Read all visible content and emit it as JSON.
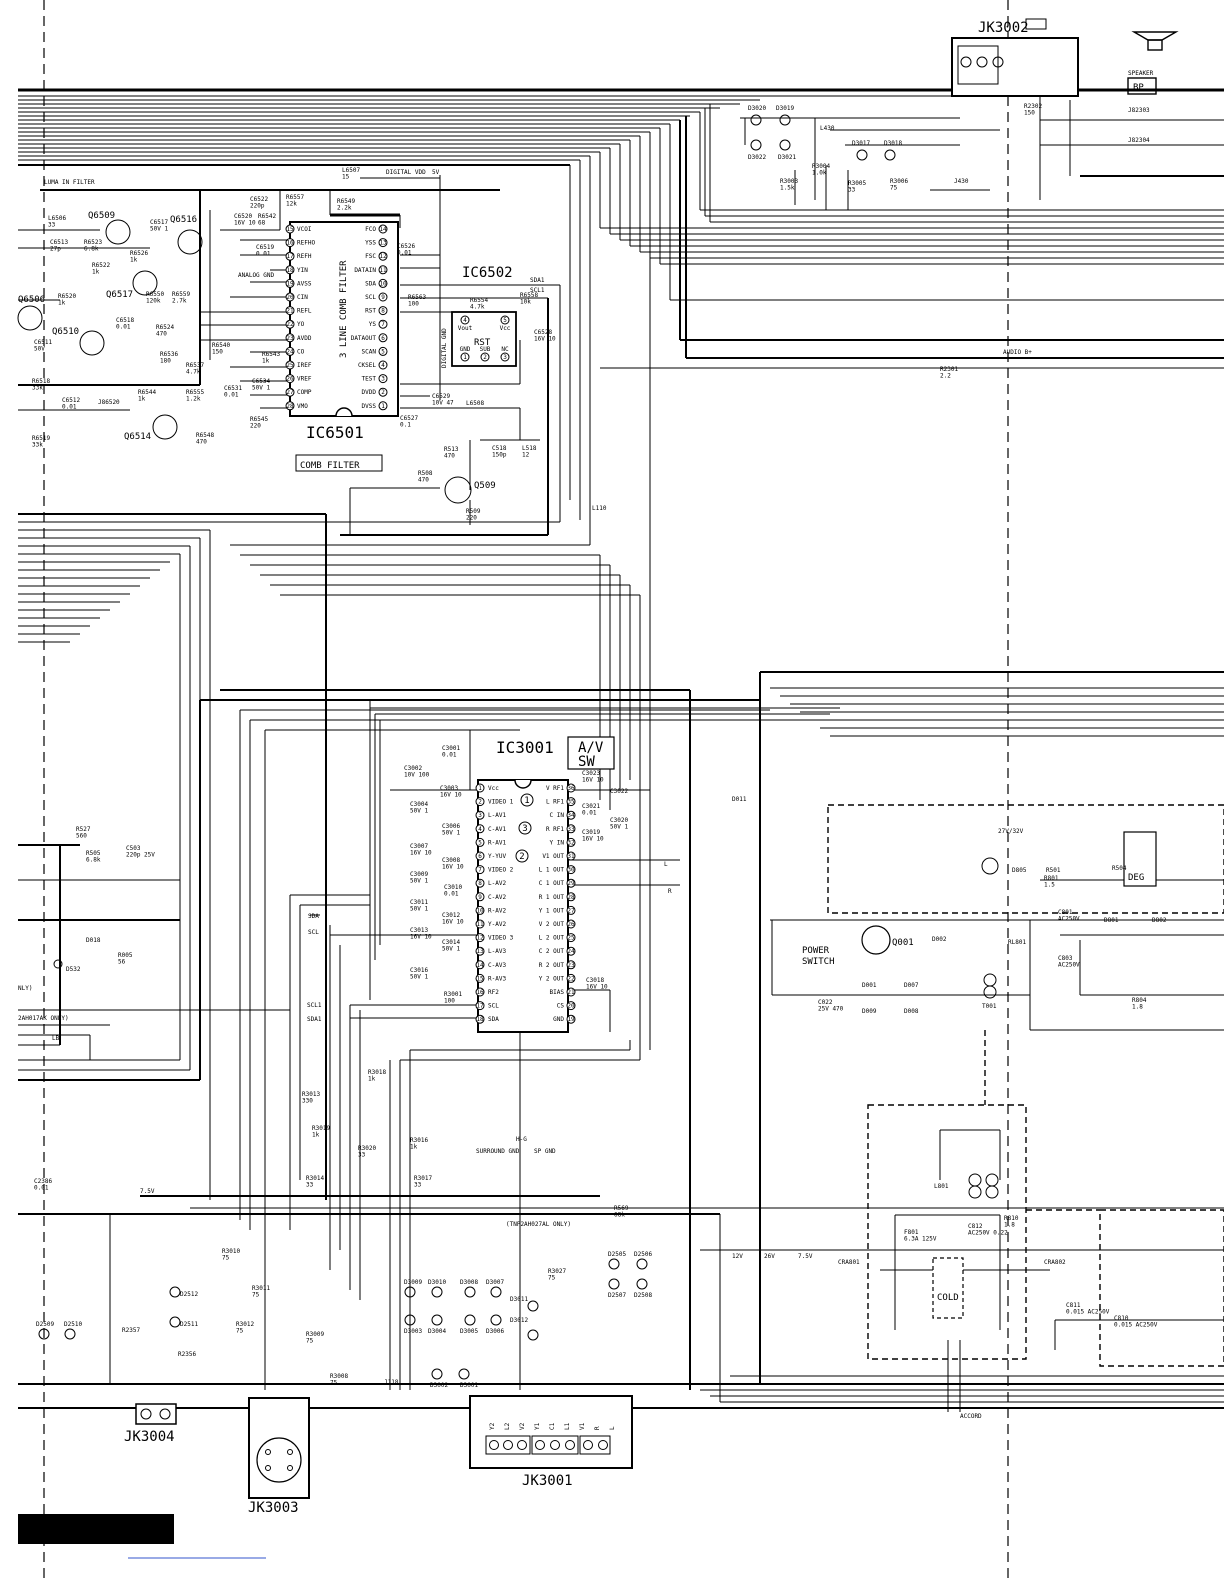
{
  "ic": {
    "comb": {
      "ref": "IC6501",
      "side_label": "3 LINE COMB FILTER",
      "box_label": "COMB FILTER",
      "left_pins": [
        {
          "num": "15",
          "name": "VCOI"
        },
        {
          "num": "16",
          "name": "REFHO"
        },
        {
          "num": "17",
          "name": "REFH"
        },
        {
          "num": "18",
          "name": "YIN"
        },
        {
          "num": "19",
          "name": "AVSS"
        },
        {
          "num": "20",
          "name": "CIN"
        },
        {
          "num": "21",
          "name": "REFL"
        },
        {
          "num": "22",
          "name": "YO"
        },
        {
          "num": "23",
          "name": "AVDD"
        },
        {
          "num": "24",
          "name": "CO"
        },
        {
          "num": "25",
          "name": "IREF"
        },
        {
          "num": "26",
          "name": "VREF"
        },
        {
          "num": "27",
          "name": "COMP"
        },
        {
          "num": "28",
          "name": "VMO"
        }
      ],
      "right_pins": [
        {
          "num": "14",
          "name": "FCO"
        },
        {
          "num": "13",
          "name": "YSS"
        },
        {
          "num": "12",
          "name": "FSC"
        },
        {
          "num": "11",
          "name": "DATAIN"
        },
        {
          "num": "10",
          "name": "SDA"
        },
        {
          "num": "9",
          "name": "SCL"
        },
        {
          "num": "8",
          "name": "RST"
        },
        {
          "num": "7",
          "name": "YS"
        },
        {
          "num": "6",
          "name": "DATAOUT"
        },
        {
          "num": "5",
          "name": "SCAN"
        },
        {
          "num": "4",
          "name": "CKSEL"
        },
        {
          "num": "3",
          "name": "TEST"
        },
        {
          "num": "2",
          "name": "DVDD"
        },
        {
          "num": "1",
          "name": "DVSS"
        }
      ]
    },
    "reset": {
      "ref": "IC6502",
      "body": "RST",
      "pins": [
        {
          "num": "4",
          "name": "Vout"
        },
        {
          "num": "5",
          "name": "Vcc"
        },
        {
          "num": "1",
          "name": "GND"
        },
        {
          "num": "2",
          "name": "SUB"
        },
        {
          "num": "3",
          "name": "NC"
        }
      ]
    },
    "av": {
      "ref": "IC3001",
      "box_label_1": "A/V",
      "box_label_2": "SW",
      "left_pins": [
        {
          "num": "1",
          "name": "Vcc"
        },
        {
          "num": "2",
          "name": "VIDEO 1"
        },
        {
          "num": "3",
          "name": "L-AV1"
        },
        {
          "num": "4",
          "name": "C-AV1"
        },
        {
          "num": "5",
          "name": "R-AV1"
        },
        {
          "num": "6",
          "name": "Y-YUV"
        },
        {
          "num": "7",
          "name": "VIDEO 2"
        },
        {
          "num": "8",
          "name": "L-AV2"
        },
        {
          "num": "9",
          "name": "C-AV2"
        },
        {
          "num": "10",
          "name": "R-AV2"
        },
        {
          "num": "11",
          "name": "Y-AV2"
        },
        {
          "num": "12",
          "name": "VIDEO 3"
        },
        {
          "num": "13",
          "name": "L-AV3"
        },
        {
          "num": "14",
          "name": "C-AV3"
        },
        {
          "num": "15",
          "name": "R-AV3"
        },
        {
          "num": "16",
          "name": "RF2"
        },
        {
          "num": "17",
          "name": "SCL"
        },
        {
          "num": "18",
          "name": "SDA"
        }
      ],
      "right_pins": [
        {
          "num": "36",
          "name": "V RF1"
        },
        {
          "num": "35",
          "name": "L RF1"
        },
        {
          "num": "34",
          "name": "C IN"
        },
        {
          "num": "33",
          "name": "R RF1"
        },
        {
          "num": "32",
          "name": "Y IN"
        },
        {
          "num": "31",
          "name": "V1 OUT"
        },
        {
          "num": "30",
          "name": "L 1 OUT"
        },
        {
          "num": "29",
          "name": "C 1 OUT"
        },
        {
          "num": "28",
          "name": "R 1 OUT"
        },
        {
          "num": "27",
          "name": "Y 1 OUT"
        },
        {
          "num": "26",
          "name": "V 2 OUT"
        },
        {
          "num": "25",
          "name": "L 2 OUT"
        },
        {
          "num": "24",
          "name": "C 2 OUT"
        },
        {
          "num": "23",
          "name": "R 2 OUT"
        },
        {
          "num": "22",
          "name": "Y 2 OUT"
        },
        {
          "num": "21",
          "name": "BIAS"
        },
        {
          "num": "20",
          "name": "CS"
        },
        {
          "num": "19",
          "name": "GND"
        }
      ],
      "markers": [
        "1",
        "3",
        "2"
      ]
    }
  },
  "jacks": {
    "jk3002": "JK3002",
    "jk3004": "JK3004",
    "jk3003": "JK3003",
    "jk3001": "JK3001",
    "jk3001_pins": [
      "Y2",
      "L2",
      "V2",
      "Y1",
      "C1",
      "L1",
      "V1",
      "R",
      "L"
    ]
  },
  "labels": {
    "power_switch_1": "POWER",
    "power_switch_2": "SWITCH",
    "cold": "COLD",
    "deg": "DEG",
    "bp": "BP",
    "speaker": "SPEAKER",
    "audio_b": "AUDIO B+",
    "digital_vdd": "DIGITAL VDD",
    "digital_5v": "5V",
    "luma_in_filter": "LUMA IN FILTER",
    "analog_gnd": "ANALOG GND",
    "digital_gnd": "DIGITAL GND",
    "accord": "ACCORD",
    "surround_gnd": "SURROUND GND",
    "sp_gnd": "SP GND",
    "h_g": "H-G",
    "only_note": "(TNP2AH027AL ONLY)",
    "only_note_2": "2AH017AK ONLY)",
    "only_note_3": "NLY)",
    "rail_7v5": "7.5V",
    "rail_12v": "12V",
    "rail_26v": "26V",
    "rail_7v5b": "7.5V",
    "v27_32": "27V/32V",
    "sda": "SDA",
    "scl": "SCL",
    "sda1": "SDA1",
    "scl1": "SCL1",
    "sda1_top": "SDA1",
    "scl1_top": "SCL1",
    "lb": "LB",
    "l_net": "L",
    "r_net": "R"
  },
  "transistors": {
    "q6509": "Q6509",
    "q6516": "Q6516",
    "q6517": "Q6517",
    "q6506": "Q6506",
    "q6510": "Q6510",
    "q6514": "Q6514",
    "q509": "Q509",
    "q001": "Q001"
  },
  "parts": [
    {
      "ref": "L6507",
      "val": "15"
    },
    {
      "ref": "R6557",
      "val": "12k"
    },
    {
      "ref": "R6549",
      "val": "2.2k"
    },
    {
      "ref": "C6522",
      "val": "220p"
    },
    {
      "ref": "C6520",
      "val": "16V 10"
    },
    {
      "ref": "R6542",
      "val": "68"
    },
    {
      "ref": "C6519",
      "val": "0.01"
    },
    {
      "ref": "C6526",
      "val": "0.01"
    },
    {
      "ref": "L6506",
      "val": "33"
    },
    {
      "ref": "C6513",
      "val": "27p"
    },
    {
      "ref": "R6523",
      "val": "6.8k"
    },
    {
      "ref": "C6517",
      "val": "50V 1"
    },
    {
      "ref": "R6526",
      "val": "1k"
    },
    {
      "ref": "R6522",
      "val": "1k"
    },
    {
      "ref": "R6520",
      "val": "1k"
    },
    {
      "ref": "R6550",
      "val": "120k"
    },
    {
      "ref": "R6559",
      "val": "2.7k"
    },
    {
      "ref": "C6518",
      "val": "0.01"
    },
    {
      "ref": "R6524",
      "val": "470"
    },
    {
      "ref": "C6511",
      "val": "50V"
    },
    {
      "ref": "R6536",
      "val": "180"
    },
    {
      "ref": "R6540",
      "val": "150"
    },
    {
      "ref": "R6537",
      "val": "4.7k"
    },
    {
      "ref": "R6543",
      "val": "1k"
    },
    {
      "ref": "C6534",
      "val": "50V 1"
    },
    {
      "ref": "C6531",
      "val": "0.01"
    },
    {
      "ref": "R6555",
      "val": "1.2k"
    },
    {
      "ref": "R6545",
      "val": "220"
    },
    {
      "ref": "R6518",
      "val": "33k"
    },
    {
      "ref": "C6512",
      "val": "0.01"
    },
    {
      "ref": "J86520",
      "val": ""
    },
    {
      "ref": "R6544",
      "val": "1k"
    },
    {
      "ref": "R6548",
      "val": "470"
    },
    {
      "ref": "R6519",
      "val": "33k"
    },
    {
      "ref": "R6563",
      "val": "100"
    },
    {
      "ref": "R6554",
      "val": "4.7k"
    },
    {
      "ref": "R6558",
      "val": "10k"
    },
    {
      "ref": "C6528",
      "val": "16V 10"
    },
    {
      "ref": "C6529",
      "val": "10V 47"
    },
    {
      "ref": "C6527",
      "val": "0.1"
    },
    {
      "ref": "L6508",
      "val": ""
    },
    {
      "ref": "R513",
      "val": "470"
    },
    {
      "ref": "C518",
      "val": "150p"
    },
    {
      "ref": "L518",
      "val": "12"
    },
    {
      "ref": "R508",
      "val": "470"
    },
    {
      "ref": "R509",
      "val": "220"
    },
    {
      "ref": "L110",
      "val": ""
    },
    {
      "ref": "C3001",
      "val": "0.01"
    },
    {
      "ref": "C3002",
      "val": "10V 100"
    },
    {
      "ref": "C3003",
      "val": "16V 10"
    },
    {
      "ref": "C3004",
      "val": "50V 1"
    },
    {
      "ref": "C3006",
      "val": "50V 1"
    },
    {
      "ref": "C3007",
      "val": "16V 10"
    },
    {
      "ref": "C3008",
      "val": "16V 10"
    },
    {
      "ref": "C3009",
      "val": "50V 1"
    },
    {
      "ref": "C3010",
      "val": "0.01"
    },
    {
      "ref": "C3011",
      "val": "50V 1"
    },
    {
      "ref": "C3012",
      "val": "16V 10"
    },
    {
      "ref": "C3013",
      "val": "16V 10"
    },
    {
      "ref": "C3014",
      "val": "50V 1"
    },
    {
      "ref": "C3016",
      "val": "50V 1"
    },
    {
      "ref": "R3001",
      "val": "100"
    },
    {
      "ref": "C3023",
      "val": "16V 10"
    },
    {
      "ref": "C3022",
      "val": ""
    },
    {
      "ref": "C3021",
      "val": "0.01"
    },
    {
      "ref": "C3020",
      "val": "50V 1"
    },
    {
      "ref": "C3019",
      "val": "16V 10"
    },
    {
      "ref": "C3018",
      "val": "16V 10"
    },
    {
      "ref": "D011",
      "val": ""
    },
    {
      "ref": "R3003",
      "val": "1.5k"
    },
    {
      "ref": "R3004",
      "val": "1.0k"
    },
    {
      "ref": "R3005",
      "val": "33"
    },
    {
      "ref": "R3006",
      "val": "75"
    },
    {
      "ref": "L430",
      "val": ""
    },
    {
      "ref": "J430",
      "val": ""
    },
    {
      "ref": "R2301",
      "val": "2.2"
    },
    {
      "ref": "R2302",
      "val": "150"
    },
    {
      "ref": "J82303",
      "val": ""
    },
    {
      "ref": "J82304",
      "val": ""
    },
    {
      "ref": "D3020",
      "val": ""
    },
    {
      "ref": "D3019",
      "val": ""
    },
    {
      "ref": "D3022",
      "val": ""
    },
    {
      "ref": "D3021",
      "val": ""
    },
    {
      "ref": "D3017",
      "val": ""
    },
    {
      "ref": "D3018",
      "val": ""
    },
    {
      "ref": "R527",
      "val": "560"
    },
    {
      "ref": "C503",
      "val": "220p 25V"
    },
    {
      "ref": "R505",
      "val": "6.8k"
    },
    {
      "ref": "D018",
      "val": ""
    },
    {
      "ref": "R005",
      "val": "56"
    },
    {
      "ref": "D532",
      "val": ""
    },
    {
      "ref": "R3013",
      "val": "330"
    },
    {
      "ref": "R3018",
      "val": "1k"
    },
    {
      "ref": "R3019",
      "val": "1k"
    },
    {
      "ref": "R3016",
      "val": "1k"
    },
    {
      "ref": "R3014",
      "val": "33"
    },
    {
      "ref": "R3020",
      "val": "33"
    },
    {
      "ref": "R3017",
      "val": "33"
    },
    {
      "ref": "C2386",
      "val": "0.01"
    },
    {
      "ref": "R569",
      "val": "68k"
    },
    {
      "ref": "R3010",
      "val": "75"
    },
    {
      "ref": "R3011",
      "val": "75"
    },
    {
      "ref": "R3012",
      "val": "75"
    },
    {
      "ref": "R3009",
      "val": "75"
    },
    {
      "ref": "R3008",
      "val": "75"
    },
    {
      "ref": "R3027",
      "val": "75"
    },
    {
      "ref": "D2512",
      "val": ""
    },
    {
      "ref": "D2511",
      "val": ""
    },
    {
      "ref": "R2357",
      "val": ""
    },
    {
      "ref": "R2356",
      "val": ""
    },
    {
      "ref": "D2509",
      "val": ""
    },
    {
      "ref": "D2510",
      "val": ""
    },
    {
      "ref": "D3009",
      "val": ""
    },
    {
      "ref": "D3010",
      "val": ""
    },
    {
      "ref": "D3008",
      "val": ""
    },
    {
      "ref": "D3007",
      "val": ""
    },
    {
      "ref": "D3003",
      "val": ""
    },
    {
      "ref": "D3004",
      "val": ""
    },
    {
      "ref": "D3005",
      "val": ""
    },
    {
      "ref": "D3006",
      "val": ""
    },
    {
      "ref": "D3011",
      "val": ""
    },
    {
      "ref": "D3012",
      "val": ""
    },
    {
      "ref": "D3002",
      "val": ""
    },
    {
      "ref": "D3001",
      "val": ""
    },
    {
      "ref": "J118",
      "val": ""
    },
    {
      "ref": "D2505",
      "val": ""
    },
    {
      "ref": "D2506",
      "val": ""
    },
    {
      "ref": "D2507",
      "val": ""
    },
    {
      "ref": "D2508",
      "val": ""
    },
    {
      "ref": "D805",
      "val": ""
    },
    {
      "ref": "R801",
      "val": "1.5"
    },
    {
      "ref": "C801",
      "val": "AC250V"
    },
    {
      "ref": "D801",
      "val": ""
    },
    {
      "ref": "D802",
      "val": ""
    },
    {
      "ref": "C803",
      "val": "AC250V"
    },
    {
      "ref": "R804",
      "val": "1.8"
    },
    {
      "ref": "D002",
      "val": ""
    },
    {
      "ref": "RL801",
      "val": ""
    },
    {
      "ref": "D001",
      "val": ""
    },
    {
      "ref": "D007",
      "val": ""
    },
    {
      "ref": "D009",
      "val": ""
    },
    {
      "ref": "D008",
      "val": ""
    },
    {
      "ref": "C022",
      "val": "25V 470"
    },
    {
      "ref": "T001",
      "val": ""
    },
    {
      "ref": "L801",
      "val": ""
    },
    {
      "ref": "F801",
      "val": "6.3A 125V"
    },
    {
      "ref": "C812",
      "val": "AC250V 0.22"
    },
    {
      "ref": "R810",
      "val": "1.8"
    },
    {
      "ref": "CRA801",
      "val": ""
    },
    {
      "ref": "CRA802",
      "val": ""
    },
    {
      "ref": "C811",
      "val": "0.015 AC250V"
    },
    {
      "ref": "C810",
      "val": "0.015 AC250V"
    },
    {
      "ref": "R504",
      "val": ""
    },
    {
      "ref": "R501",
      "val": ""
    }
  ],
  "colors": {
    "ink": "#000000",
    "paper": "#ffffff"
  }
}
